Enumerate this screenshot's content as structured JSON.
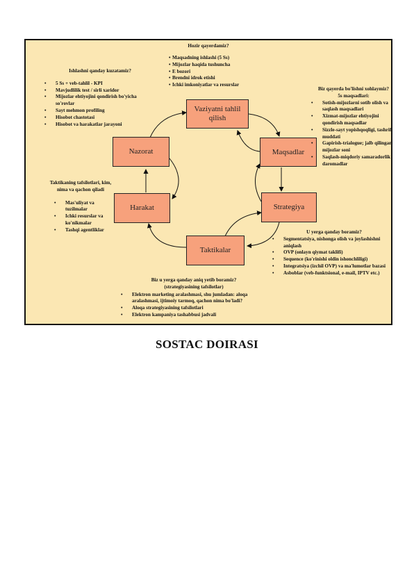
{
  "title": "SOSTAC DOIRASI",
  "header_question": "Hozir qayerdamiz?",
  "boxes": {
    "situation": "Vaziyatni tahlil qilish",
    "objectives": "Maqsadlar",
    "strategy": "Strategiya",
    "tactics": "Taktikalar",
    "action": "Harakat",
    "control": "Nazorat"
  },
  "situation_note": {
    "items": [
      "Maqsadning ishlashi (5 Ss)",
      "Mijozlar haqida tushuncha",
      "E bozori",
      "Brendni idrok etishi",
      "Ichki imkoniyatlar va resurslar"
    ]
  },
  "control_note": {
    "heading": "Ishlashni qanday kuzatamiz?",
    "items": [
      "5 Ss + veb-tahlil - KPI",
      "Mavjudlilik test / sirli xaridor",
      "Mijozlar ehtiyojini qondirish bo'yicha so'rovlar",
      "Sayt mehmon profiling",
      "Hisobot chastotasi",
      "Hisobot va harakatlar jarayoni"
    ]
  },
  "objectives_note": {
    "heading": "Biz qayerda bo'lishni xohlaymiz?",
    "subheading": "5s maqsadlari:",
    "items": [
      "Sotish-mijozlarni sotib olish va saqlash maqsadlari",
      "Xizmat-mijozlar ehtiyojini qondirish maqsadlar",
      "Sizzle-sayt yopishqoqligi, tashrif muddati",
      "Gapirish-trialogue; jalb qilingan mijozlar soni",
      "Saqlash-miqdoriy samaradorlik daromadlar"
    ]
  },
  "action_note": {
    "heading": "Taktikaning tafsilotlari, kim, nima va qachon qiladi",
    "items": [
      "Mas'uliyat va tuzilmalar",
      "Ichki resurslar va ko'nikmalar",
      "Tashqi agentliklar"
    ]
  },
  "strategy_note": {
    "heading": "U yerga qanday boramiz?",
    "items": [
      "Segmentatsiya, nishonga olish va joylashishni aniqlash",
      "OVP (onlayn qiymat taklifi)",
      "Sequence (ko'rinishi oldin ishonchliligi)",
      "Integratsiya (izchil OVP) va ma'lumotlar bazasi",
      "Asboblar (veb-funktsional, e-mail, IPTV etc.)"
    ]
  },
  "tactics_note": {
    "heading_1": "Biz u yerga qanday aniq yetib boramiz?",
    "heading_2": "(strategiyasining tafsilotlar)",
    "items": [
      "Elektron marketing aralashmasi, shu jumladan: aloqa aralashmasi, ijtimoiy tarmoq, qachon nima bo'ladi?",
      "Aloqa strategiyasining tafsilotlari",
      "Elektron kampaniya tashabbusi jadvali"
    ]
  }
}
